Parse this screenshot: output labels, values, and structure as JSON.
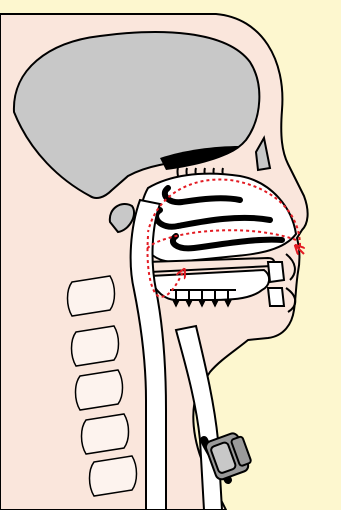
{
  "diagram": {
    "subject": "head-and-neck-sagittal-section-with-tracheostomy",
    "text_labels": [],
    "colors": {
      "page_background": "#fdf7cf",
      "tissue": "#fae6dc",
      "brain": "#c8c8c8",
      "outline": "#000000",
      "cavity": "#ffffff",
      "vertebra": "#fdf3ee",
      "airflow_arrows": "#e31b23",
      "tube": "#9a9a9a",
      "secretion_arrows": "#000000"
    },
    "airflow_path": "dotted",
    "secretion_arrow_count": 5,
    "olfactory_fiber_count": 6
  }
}
